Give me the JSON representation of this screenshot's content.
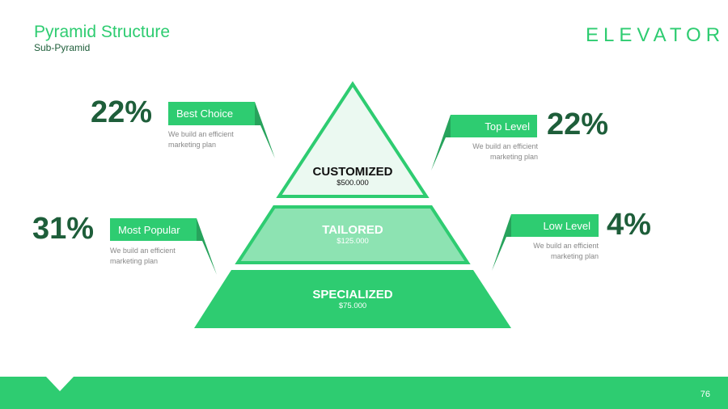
{
  "header": {
    "title": "Pyramid Structure",
    "subtitle": "Sub-Pyramid",
    "logo": "ELEVATOR"
  },
  "colors": {
    "accent": "#2ecc71",
    "dark": "#1e5e3a",
    "flap": "#27a35c",
    "tier_mid": "#8de3b2",
    "tier_top": "#ebf9f1"
  },
  "pyramid": [
    {
      "name": "CUSTOMIZED",
      "price": "$500.000"
    },
    {
      "name": "TAILORED",
      "price": "$125.000"
    },
    {
      "name": "SPECIALIZED",
      "price": "$75.000"
    }
  ],
  "callouts": [
    {
      "percent": "22%",
      "label": "Best Choice",
      "desc1": "We build an efficient",
      "desc2": "marketing plan"
    },
    {
      "percent": "31%",
      "label": "Most Popular",
      "desc1": "We build an efficient",
      "desc2": "marketing plan"
    },
    {
      "percent": "22%",
      "label": "Top Level",
      "desc1": "We build an efficient",
      "desc2": "marketing plan"
    },
    {
      "percent": "4%",
      "label": "Low Level",
      "desc1": "We build an efficient",
      "desc2": "marketing plan"
    }
  ],
  "footer": {
    "page_number": "76"
  }
}
